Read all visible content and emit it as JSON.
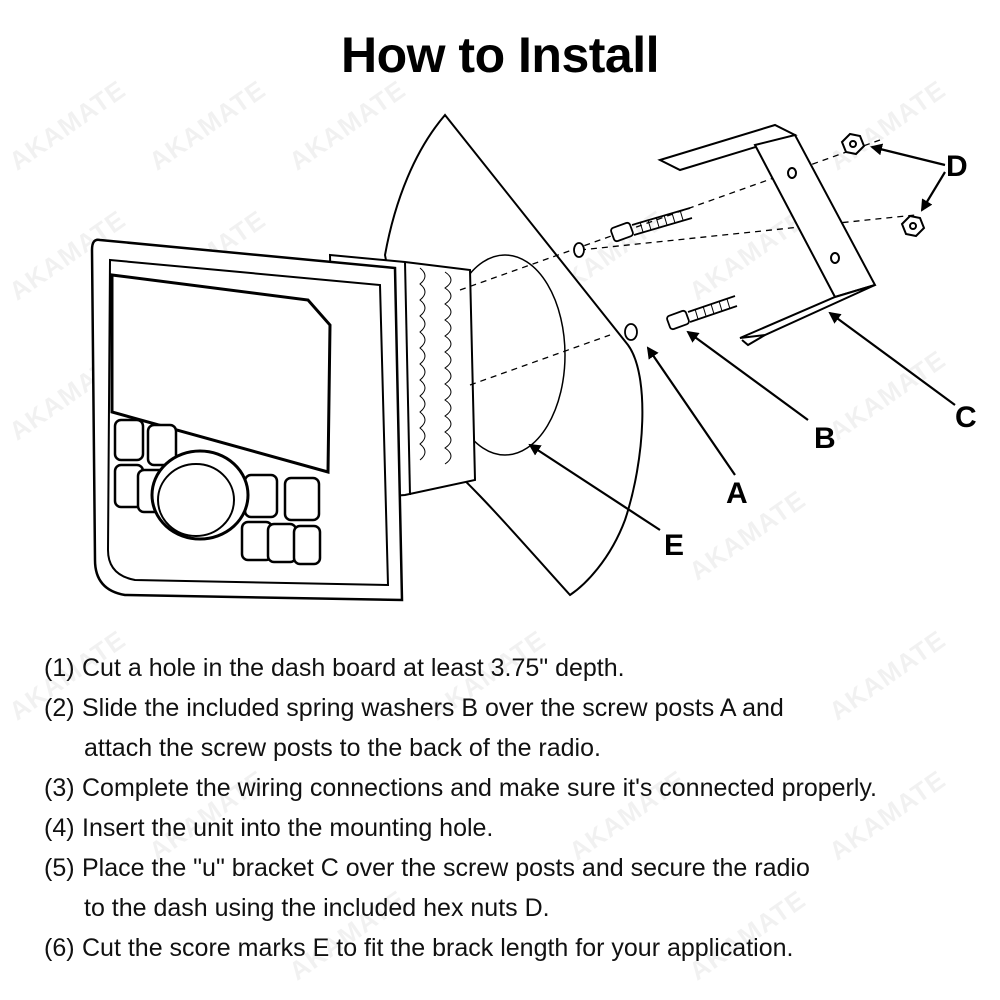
{
  "title": "How to Install",
  "watermark": "AKAMATE",
  "callouts": {
    "a": "A",
    "b": "B",
    "c": "C",
    "d": "D",
    "e": "E"
  },
  "steps": [
    {
      "num": "(1)",
      "lines": [
        "Cut a hole in the dash board at least 3.75\" depth."
      ]
    },
    {
      "num": "(2)",
      "lines": [
        "Slide the included spring washers B over the screw posts A and",
        "attach the screw posts to the back of the radio."
      ]
    },
    {
      "num": "(3)",
      "lines": [
        "Complete the wiring connections and make sure it's connected properly."
      ]
    },
    {
      "num": "(4)",
      "lines": [
        "Insert the unit into the mounting hole."
      ]
    },
    {
      "num": "(5)",
      "lines": [
        "Place the \"u\" bracket C over the screw posts and secure the radio",
        "to the dash using the included hex nuts D."
      ]
    },
    {
      "num": "(6)",
      "lines": [
        "Cut the score marks E to fit the brack length for your application."
      ]
    }
  ]
}
